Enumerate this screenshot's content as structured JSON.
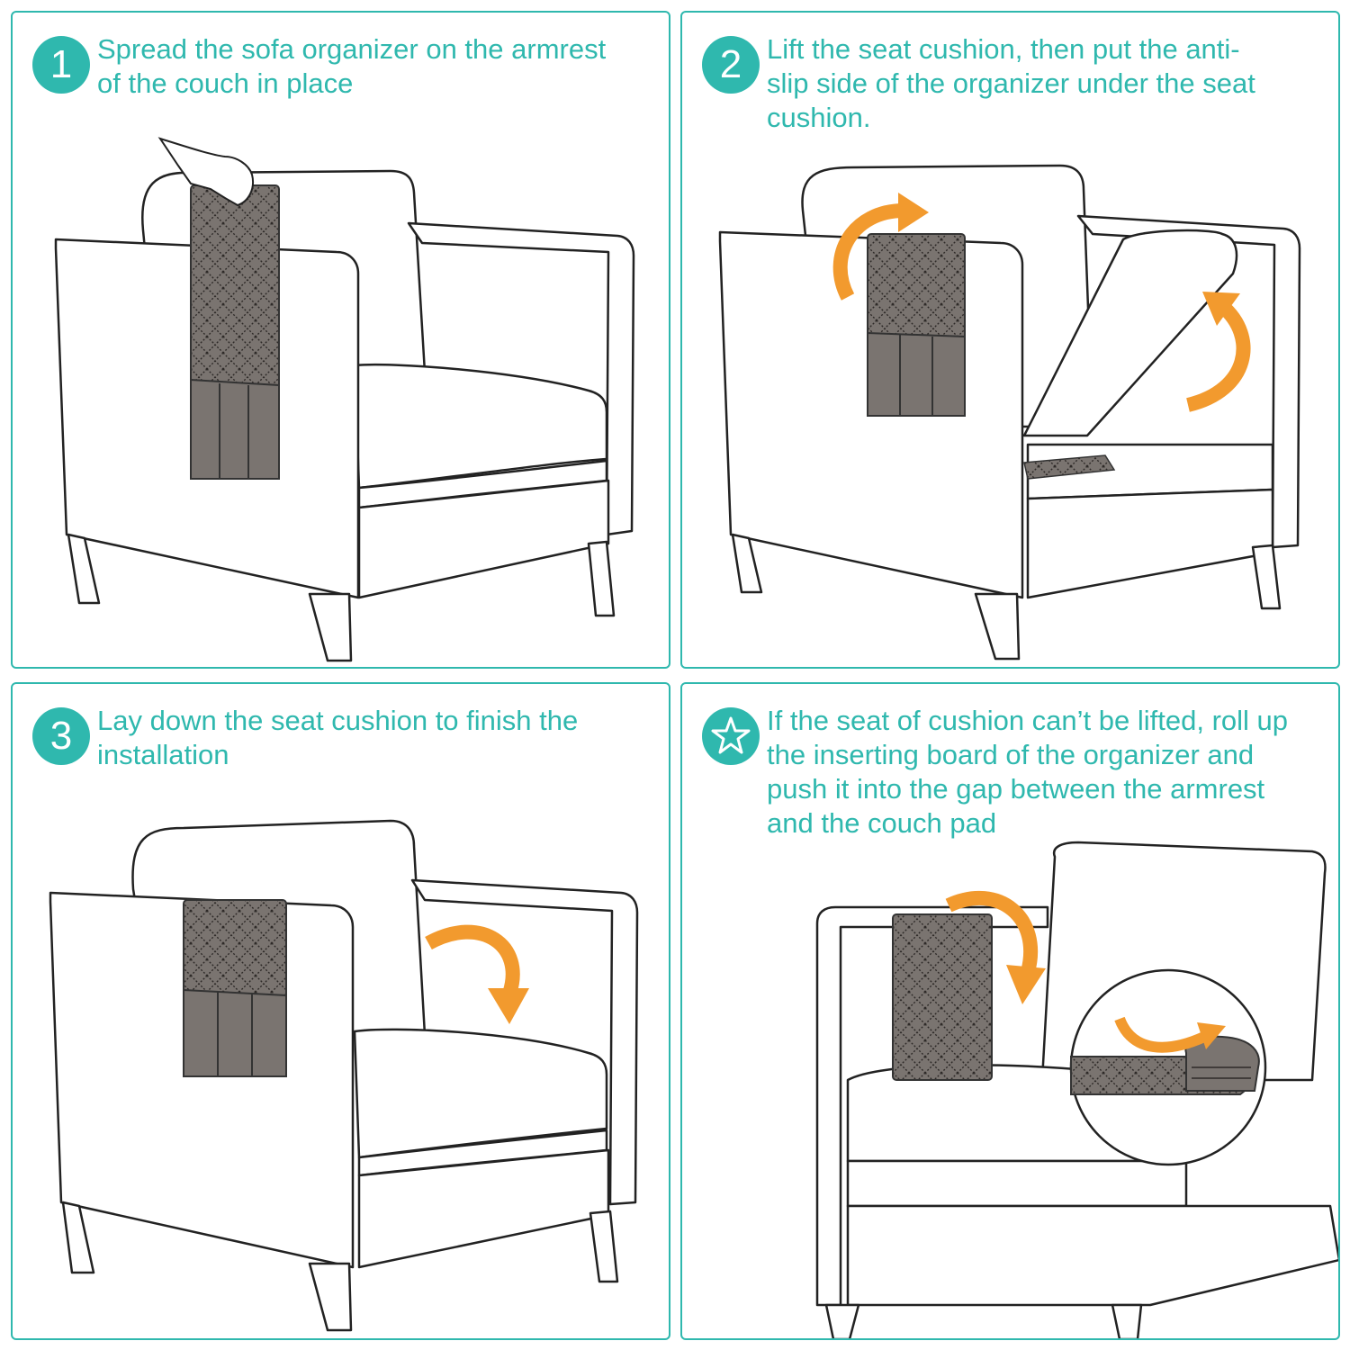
{
  "colors": {
    "accent": "#2fb8ae",
    "arrow": "#f29a2e",
    "organizer": "#7a7470",
    "outline": "#222222"
  },
  "steps": [
    {
      "badge": "1",
      "text": "Spread the sofa organizer on the armrest\nof the couch in place"
    },
    {
      "badge": "2",
      "text": " Lift the seat cushion, then put the anti-\nslip side of the organizer under the seat\ncushion."
    },
    {
      "badge": "3",
      "text": "Lay down the seat cushion to finish the\ninstallation"
    },
    {
      "badge_icon": "star-icon",
      "text": "If the seat of cushion can’t be lifted, roll up\nthe inserting board of the organizer and\npush it into the gap between the armrest\nand the couch pad"
    }
  ]
}
